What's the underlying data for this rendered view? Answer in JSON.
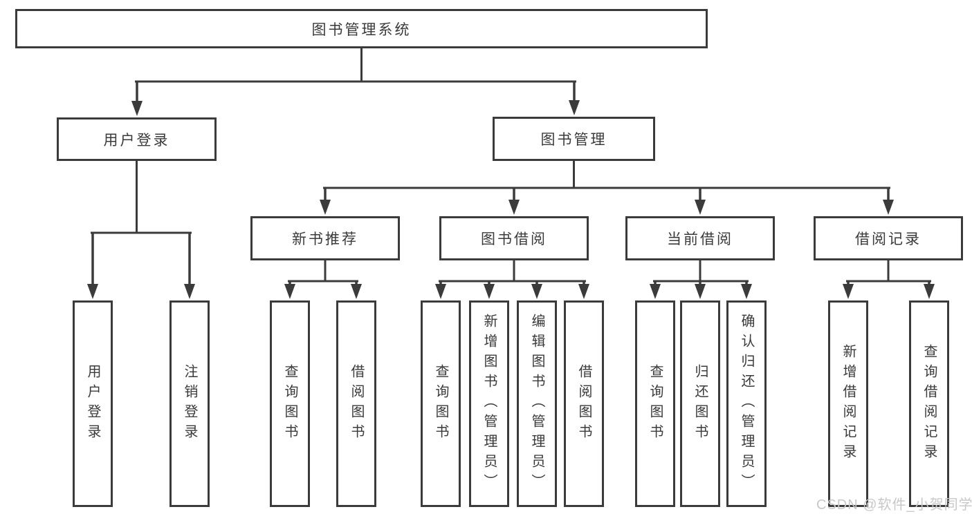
{
  "diagram": {
    "title": "图书管理系统",
    "tree": {
      "label": "图书管理系统",
      "children": [
        {
          "label": "用户登录",
          "children": [
            {
              "label": "用户登录"
            },
            {
              "label": "注销登录"
            }
          ]
        },
        {
          "label": "图书管理",
          "children": [
            {
              "label": "新书推荐",
              "children": [
                {
                  "label": "查询图书"
                },
                {
                  "label": "借阅图书"
                }
              ]
            },
            {
              "label": "图书借阅",
              "children": [
                {
                  "label": "查询图书"
                },
                {
                  "label": "新增图书（管理员）"
                },
                {
                  "label": "编辑图书（管理员）"
                },
                {
                  "label": "借阅图书"
                }
              ]
            },
            {
              "label": "当前借阅",
              "children": [
                {
                  "label": "查询图书"
                },
                {
                  "label": "归还图书"
                },
                {
                  "label": "确认归还（管理员）"
                }
              ]
            },
            {
              "label": "借阅记录",
              "children": [
                {
                  "label": "新增借阅记录"
                },
                {
                  "label": "查询借阅记录"
                }
              ]
            }
          ]
        }
      ]
    },
    "colors": {
      "line": "#3b3b3b",
      "text": "#3a3a3a",
      "background": "#ffffff",
      "watermark_text": "#c8c8c8"
    }
  },
  "watermark": {
    "text": "CSDN @软件_小贺同学"
  }
}
